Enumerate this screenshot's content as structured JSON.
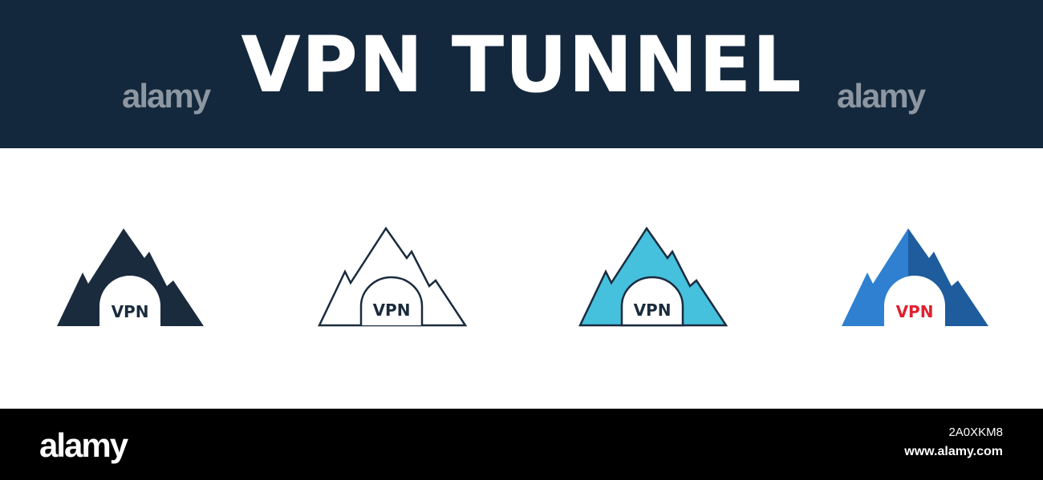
{
  "header": {
    "title": "VPN TUNNEL",
    "watermark_left": "alamy",
    "watermark_right": "alamy"
  },
  "icons": [
    {
      "style": "solid",
      "label": "VPN",
      "colors": {
        "fill": "#1a2b3d",
        "text": "#1a2b3d",
        "arch": "#ffffff"
      }
    },
    {
      "style": "outline",
      "label": "VPN",
      "colors": {
        "stroke": "#1a2b3d",
        "text": "#1a2b3d",
        "fill": "#ffffff"
      }
    },
    {
      "style": "filled-outline",
      "label": "VPN",
      "colors": {
        "fill": "#45c0dd",
        "stroke": "#1a2b3d",
        "text": "#1a2b3d"
      }
    },
    {
      "style": "flat-color",
      "label": "VPN",
      "colors": {
        "left": "#2f80d0",
        "right": "#1e5c9e",
        "text": "#e02030"
      }
    }
  ],
  "footer": {
    "logo": "alamy",
    "image_id": "2A0XKM8",
    "url": "www.alamy.com"
  },
  "colors": {
    "header_bg": "#14283d",
    "footer_bg": "#000000",
    "watermark": "#8d97a2"
  }
}
